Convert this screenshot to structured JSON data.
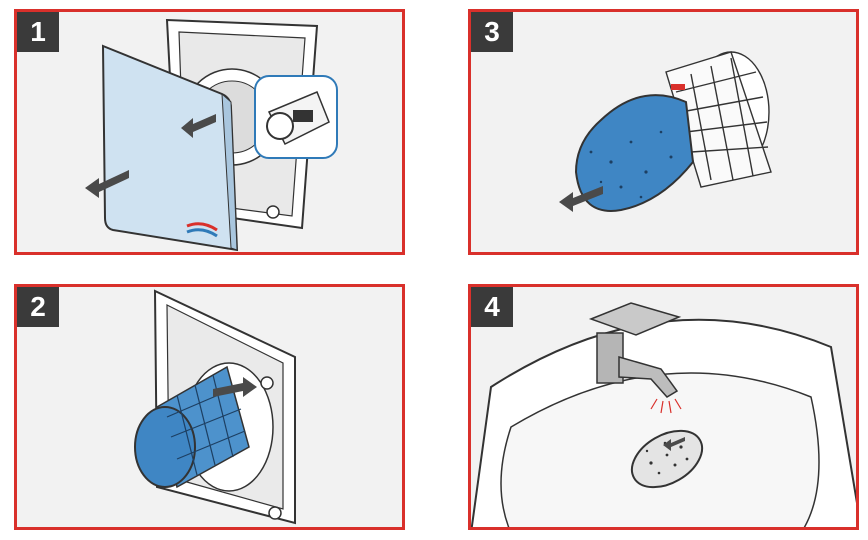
{
  "steps": [
    {
      "number": "1"
    },
    {
      "number": "2"
    },
    {
      "number": "3"
    },
    {
      "number": "4"
    }
  ],
  "colors": {
    "frame": "#d9302b",
    "panel_bg": "#f2f2f2",
    "badge_bg": "#3a3a3a",
    "filter_blue": "#3f86c4",
    "cover_blue": "#cfe2f1",
    "arrow": "#4a4a4a"
  },
  "icons": [
    "arrow-icon",
    "logo-stripes-icon"
  ]
}
